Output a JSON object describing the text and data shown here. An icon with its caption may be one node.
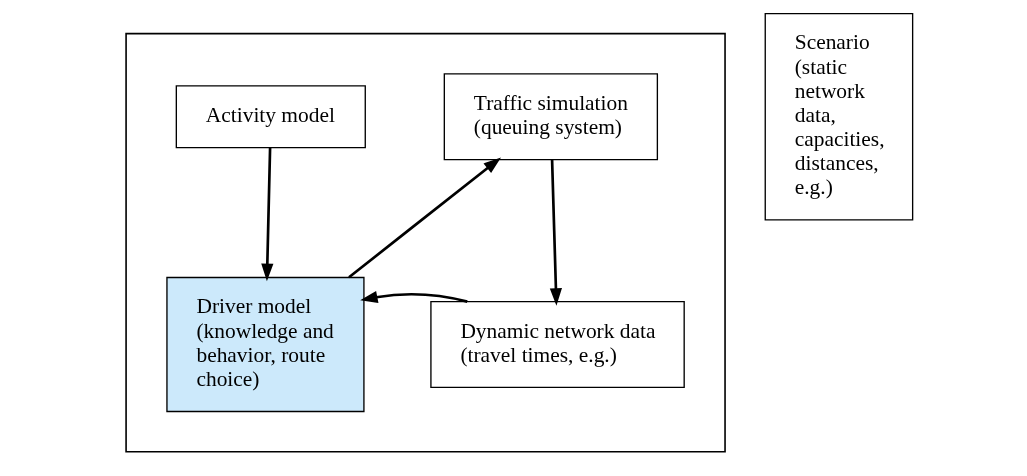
{
  "diagram": {
    "nodes": [
      {
        "text": [],
        "shape": "box"
      },
      {
        "text": [
          "Activity model"
        ],
        "in": 0
      },
      {
        "text": [
          "Driver model",
          "(knowledge and behavior, route choice)"
        ],
        "in": 0
      },
      {
        "text": [
          "Traffic simulation",
          "(queuing system)"
        ],
        "in": 0
      },
      {
        "text": [
          "Dynamic network data",
          "(travel times, e.g.)"
        ],
        "in": 0
      },
      {
        "text": [
          "Scenario",
          "(static network data, capacities, distances, e.g.)"
        ]
      }
    ],
    "edges": [
      {
        "from": 1,
        "to": 2,
        "arrow": "to"
      },
      {
        "from": 2,
        "to": 3,
        "arrow": "to"
      },
      {
        "from": 3,
        "to": 4,
        "arrow": "to"
      },
      {
        "from": 4,
        "to": 2,
        "arrow": "to"
      }
    ]
  }
}
